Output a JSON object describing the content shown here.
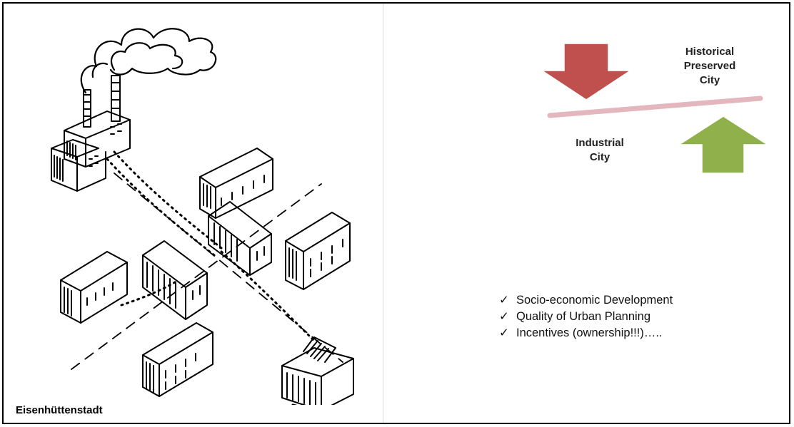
{
  "caption": "Eisenhüttenstadt",
  "diagram": {
    "top_label_lines": [
      "Historical",
      "Preserved",
      "City"
    ],
    "bottom_label_lines": [
      "Industrial",
      "City"
    ],
    "colors": {
      "down_arrow": "#c0504d",
      "up_arrow": "#8fb04a",
      "beam": "#e3b7bd"
    }
  },
  "factors": [
    "Socio-economic Development",
    "Quality of Urban Planning",
    "Incentives (ownership!!!)….."
  ],
  "check_glyph": "✓"
}
